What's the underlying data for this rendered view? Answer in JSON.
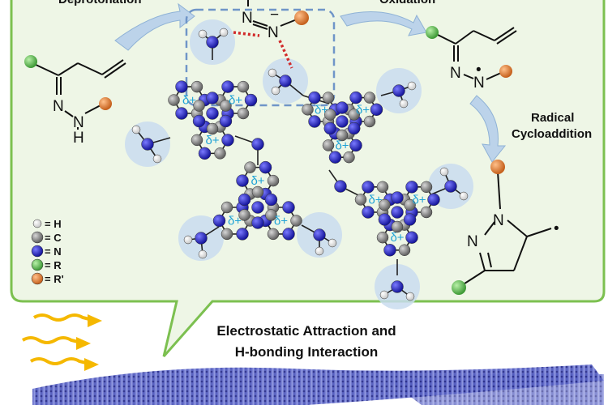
{
  "header": {
    "step_deprotonation": "Deprotonation",
    "step_oxidation": "Oxidation",
    "step_radical_cycloaddition_line1": "Radical",
    "step_radical_cycloaddition_line2": "Cycloaddition"
  },
  "legend": {
    "items": [
      {
        "symbol": "H",
        "label": "= H",
        "color": "#f2f2f2"
      },
      {
        "symbol": "C",
        "label": "= C",
        "color": "#8c8c8c"
      },
      {
        "symbol": "N",
        "label": "= N",
        "color": "#2323c8"
      },
      {
        "symbol": "R",
        "label": "= R",
        "color": "#5cb85c"
      },
      {
        "symbol": "R'",
        "label": "= R'",
        "color": "#e0782c"
      }
    ]
  },
  "molecules": {
    "hydrazone": {
      "n_label": "N",
      "nh_n_label": "N",
      "nh_h_label": "H"
    },
    "anion": {
      "n1_label": "N",
      "n2_label": "N",
      "charge": "−"
    },
    "radical_product": {
      "n1_label": "N",
      "n2_label": "N",
      "dot": "•"
    },
    "pyrazoline": {
      "n1_label": "N",
      "n2_label": "N",
      "dot": "•"
    }
  },
  "catalyst": {
    "delta_label": "δ+"
  },
  "caption": {
    "line1": "Electrostatic Attraction and",
    "line2": "H-bonding Interaction"
  },
  "colors": {
    "panel_fill": "#eef6e6",
    "panel_border": "#7cc050",
    "arrow_fill": "#bcd3ea",
    "hbond": "#d12b2b",
    "halo": "#c9dcee",
    "light_bolt": "#f5b800",
    "sheet": "#5b63c9"
  }
}
